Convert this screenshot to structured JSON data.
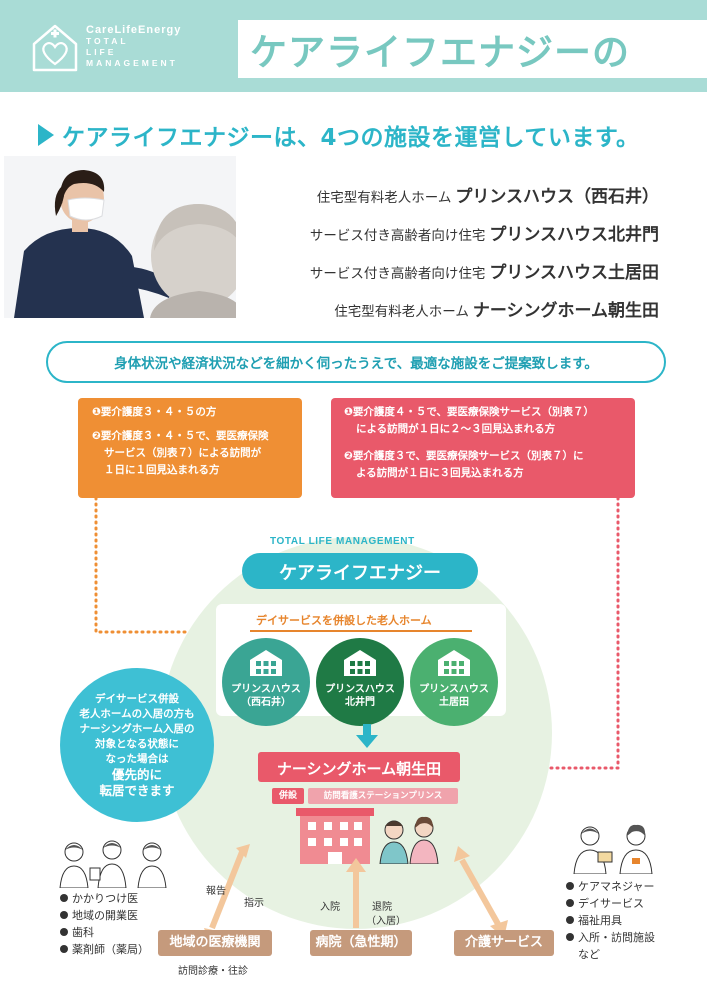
{
  "header": {
    "brand": "CareLifeEnergy",
    "brand_sub": [
      "TOTAL",
      "LIFE",
      "MANAGEMENT"
    ],
    "title": "ケアライフエナジーの"
  },
  "lead": "ケアライフエナジーは、4つの施設を運営しています。",
  "facilities": [
    {
      "type": "住宅型有料老人ホーム",
      "name": "プリンスハウス（西石井）"
    },
    {
      "type": "サービス付き高齢者向け住宅",
      "name": "プリンスハウス北井門"
    },
    {
      "type": "サービス付き高齢者向け住宅",
      "name": "プリンスハウス土居田"
    },
    {
      "type": "住宅型有料老人ホーム",
      "name": "ナーシングホーム朝生田"
    }
  ],
  "banner": "身体状況や経済状況などを細かく伺ったうえで、最適な施設をご提案致します。",
  "condition_orange": [
    "❶要介護度３・４・５の方",
    "❷要介護度３・４・５で、要医療保険",
    "サービス（別表７）による訪問が",
    "１日に１回見込まれる方"
  ],
  "condition_red": [
    "❶要介護度４・５で、要医療保険サービス（別表７）",
    "による訪問が１日に２～３回見込まれる方",
    "❷要介護度３で、要医療保険サービス（別表７）に",
    "よる訪問が１日に３回見込まれる方"
  ],
  "center": {
    "tlm": "TOTAL LIFE MANAGEMENT",
    "name": "ケアライフエナジー",
    "day_service": "デイサービスを併設した老人ホーム",
    "houses": [
      {
        "line1": "プリンスハウス",
        "line2": "（西石井）",
        "color": "#3aa594"
      },
      {
        "line1": "プリンスハウス",
        "line2": "北井門",
        "color": "#1f7a45"
      },
      {
        "line1": "プリンスハウス",
        "line2": "土居田",
        "color": "#4bb070"
      }
    ],
    "nursing_home": "ナーシングホーム朝生田",
    "heisetsu": "併設",
    "station": "訪問看護ステーションプリンス"
  },
  "blue_note": {
    "lines": [
      "デイサービス併設",
      "老人ホームの入居の方も",
      "ナーシングホーム入居の",
      "対象となる状態に",
      "なった場合は"
    ],
    "emphasis": [
      "優先的に",
      "転居できます"
    ]
  },
  "bottom": {
    "left_list": [
      "かかりつけ医",
      "地域の開業医",
      "歯科",
      "薬剤師（薬局）"
    ],
    "right_list": [
      "ケアマネジャー",
      "デイサービス",
      "福祉用具",
      "入所・訪問施設",
      "など"
    ],
    "medical": "地域の医療機関",
    "medical_sub": "訪問診療・往診",
    "hospital": "病院（急性期）",
    "care": "介護サービス",
    "report": "報告",
    "instruct": "指示",
    "admit": "入院",
    "discharge": "退院",
    "move_in": "（入居）"
  },
  "colors": {
    "teal": "#2cb5c8",
    "header_bg": "#a9dcd6",
    "orange": "#ef8f34",
    "red": "#e9596a",
    "brown": "#c59a7c"
  }
}
